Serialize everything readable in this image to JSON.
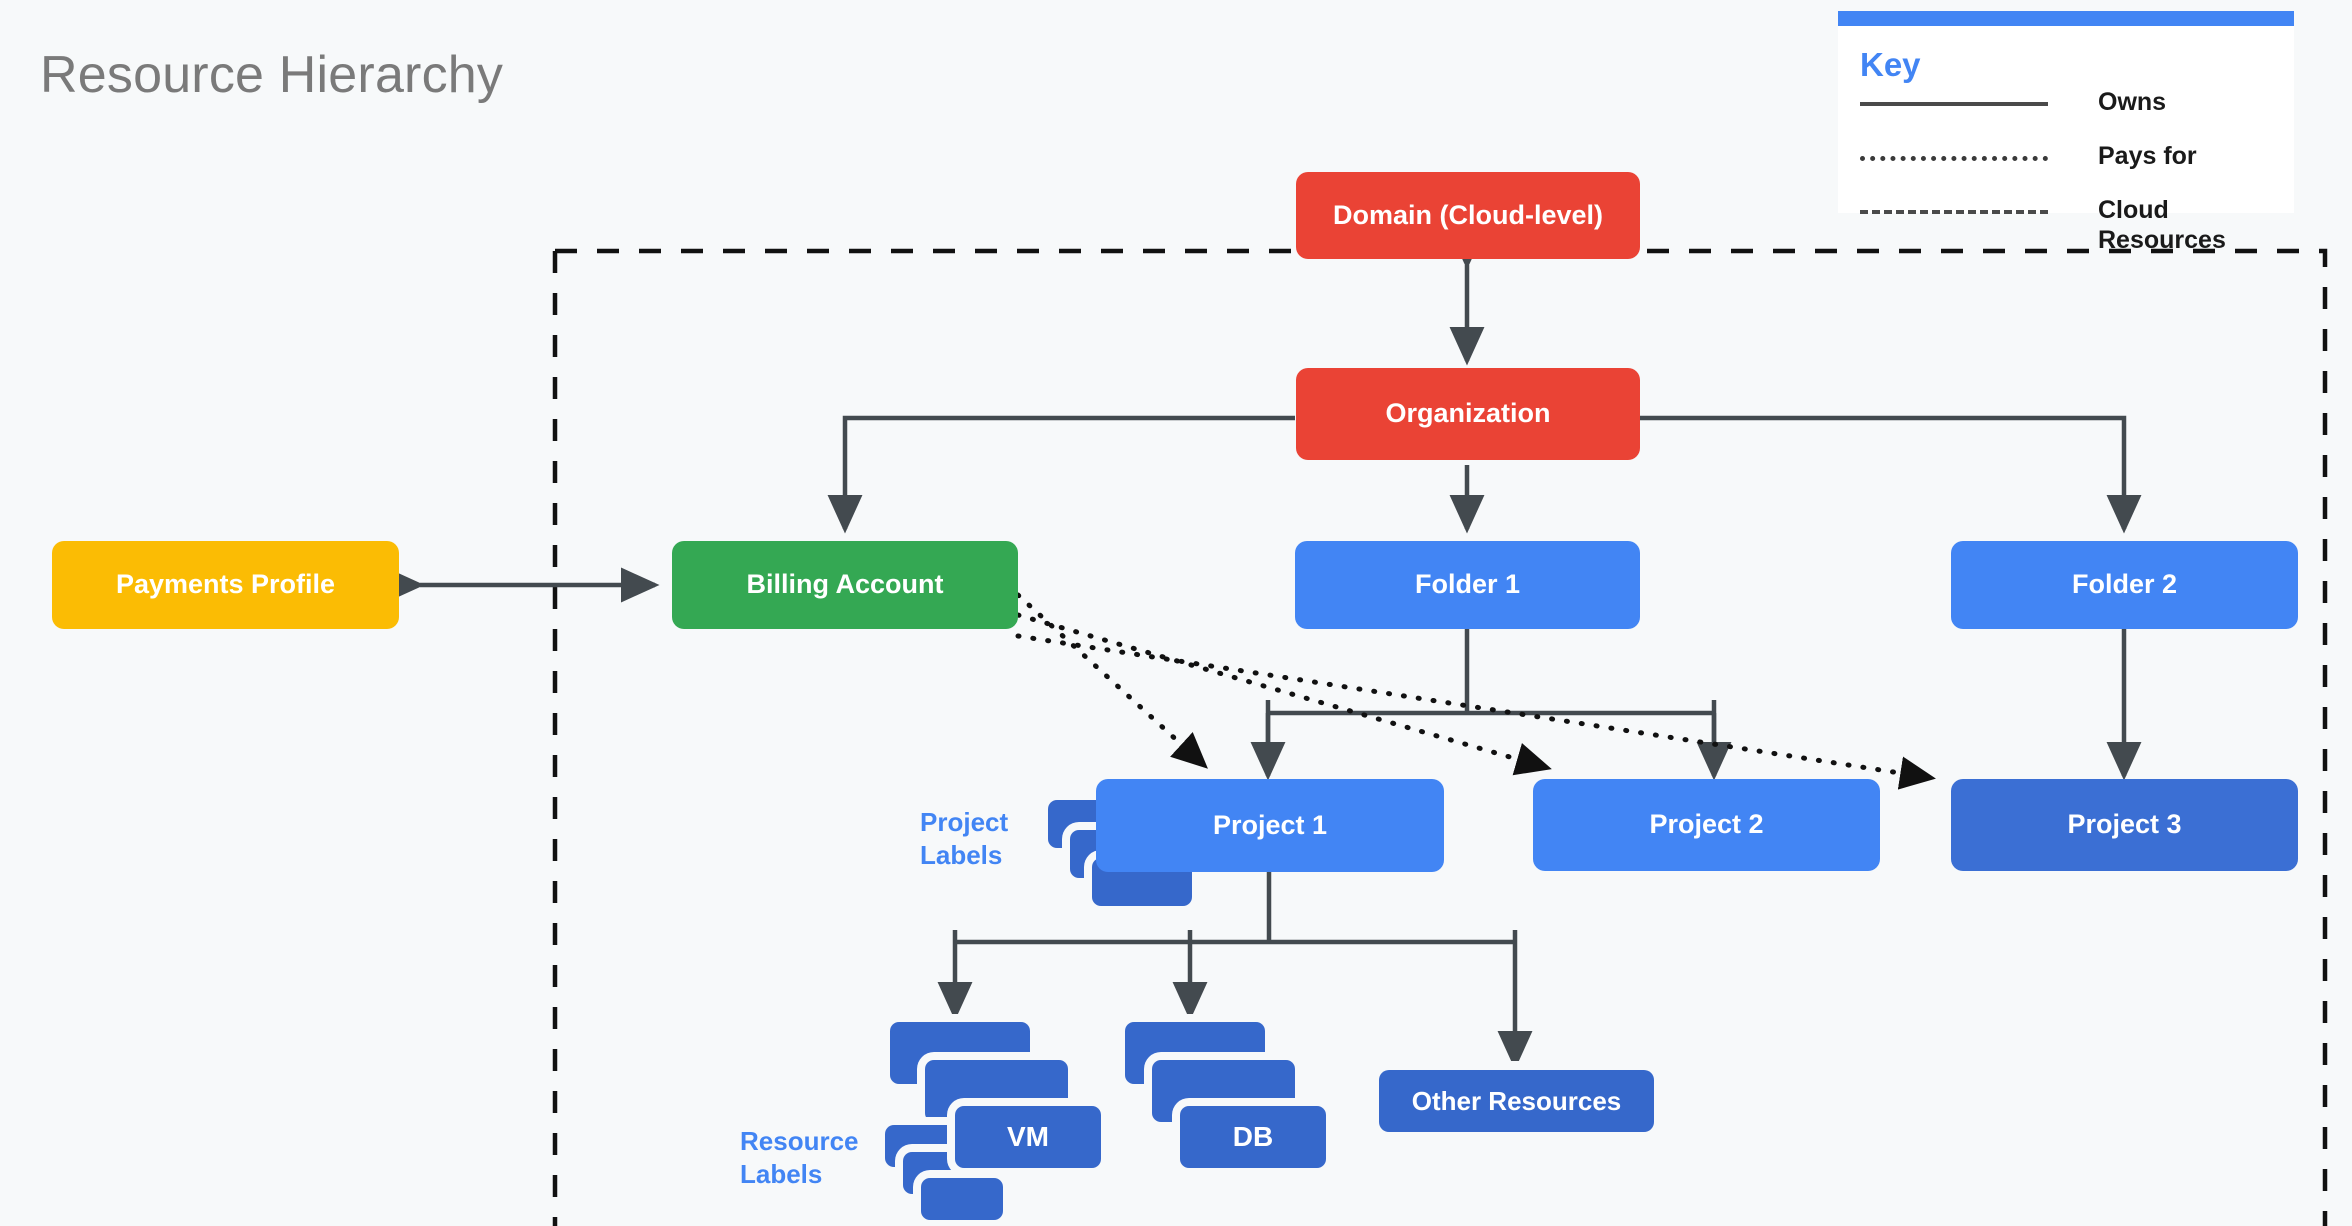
{
  "page": {
    "title": "Resource Hierarchy",
    "background_color": "#F7F9FA",
    "title_color": "#7A7A7A"
  },
  "legend": {
    "heading": "Key",
    "accent_color": "#4285F4",
    "items": [
      {
        "style": "solid",
        "label": "Owns"
      },
      {
        "style": "dotted",
        "label": "Pays for"
      },
      {
        "style": "dashed",
        "label": "Cloud\nResources"
      }
    ]
  },
  "nodes": {
    "domain": {
      "label": "Domain (Cloud-level)",
      "color": "#EA4335"
    },
    "organization": {
      "label": "Organization",
      "color": "#EA4335"
    },
    "payments_profile": {
      "label": "Payments Profile",
      "color": "#FBBC04"
    },
    "billing_account": {
      "label": "Billing Account",
      "color": "#34A853"
    },
    "folder_1": {
      "label": "Folder 1",
      "color": "#4285F4"
    },
    "folder_2": {
      "label": "Folder 2",
      "color": "#4285F4"
    },
    "project_1": {
      "label": "Project 1",
      "color": "#4285F4"
    },
    "project_2": {
      "label": "Project 2",
      "color": "#4285F4"
    },
    "project_3": {
      "label": "Project 3",
      "color": "#3B6FD4"
    },
    "vm": {
      "label": "VM",
      "color": "#3668CB"
    },
    "db": {
      "label": "DB",
      "color": "#3668CB"
    },
    "other_resources": {
      "label": "Other Resources",
      "color": "#3668CB"
    }
  },
  "annotations": {
    "project_labels": {
      "label": "Project\nLabels",
      "color": "#4285F4"
    },
    "resource_labels": {
      "label": "Resource\nLabels",
      "color": "#4285F4"
    }
  },
  "boundary": {
    "name": "cloud-resources-boundary",
    "style": "dashed"
  },
  "edges": [
    {
      "from": "domain",
      "to": "organization",
      "type": "owns",
      "arrow": "both"
    },
    {
      "from": "payments_profile",
      "to": "billing_account",
      "type": "owns",
      "arrow": "both"
    },
    {
      "from": "organization",
      "to": "billing_account",
      "type": "owns",
      "arrow": "to"
    },
    {
      "from": "organization",
      "to": "folder_1",
      "type": "owns",
      "arrow": "to"
    },
    {
      "from": "organization",
      "to": "folder_2",
      "type": "owns",
      "arrow": "to"
    },
    {
      "from": "folder_1",
      "to": "project_1",
      "type": "owns",
      "arrow": "to"
    },
    {
      "from": "folder_1",
      "to": "project_2",
      "type": "owns",
      "arrow": "to"
    },
    {
      "from": "folder_2",
      "to": "project_3",
      "type": "owns",
      "arrow": "to"
    },
    {
      "from": "project_1",
      "to": "vm",
      "type": "owns",
      "arrow": "to"
    },
    {
      "from": "project_1",
      "to": "db",
      "type": "owns",
      "arrow": "to"
    },
    {
      "from": "project_1",
      "to": "other_resources",
      "type": "owns",
      "arrow": "to"
    },
    {
      "from": "billing_account",
      "to": "project_1",
      "type": "pays-for",
      "arrow": "to"
    },
    {
      "from": "billing_account",
      "to": "project_2",
      "type": "pays-for",
      "arrow": "to"
    },
    {
      "from": "billing_account",
      "to": "project_3",
      "type": "pays-for",
      "arrow": "to"
    }
  ]
}
